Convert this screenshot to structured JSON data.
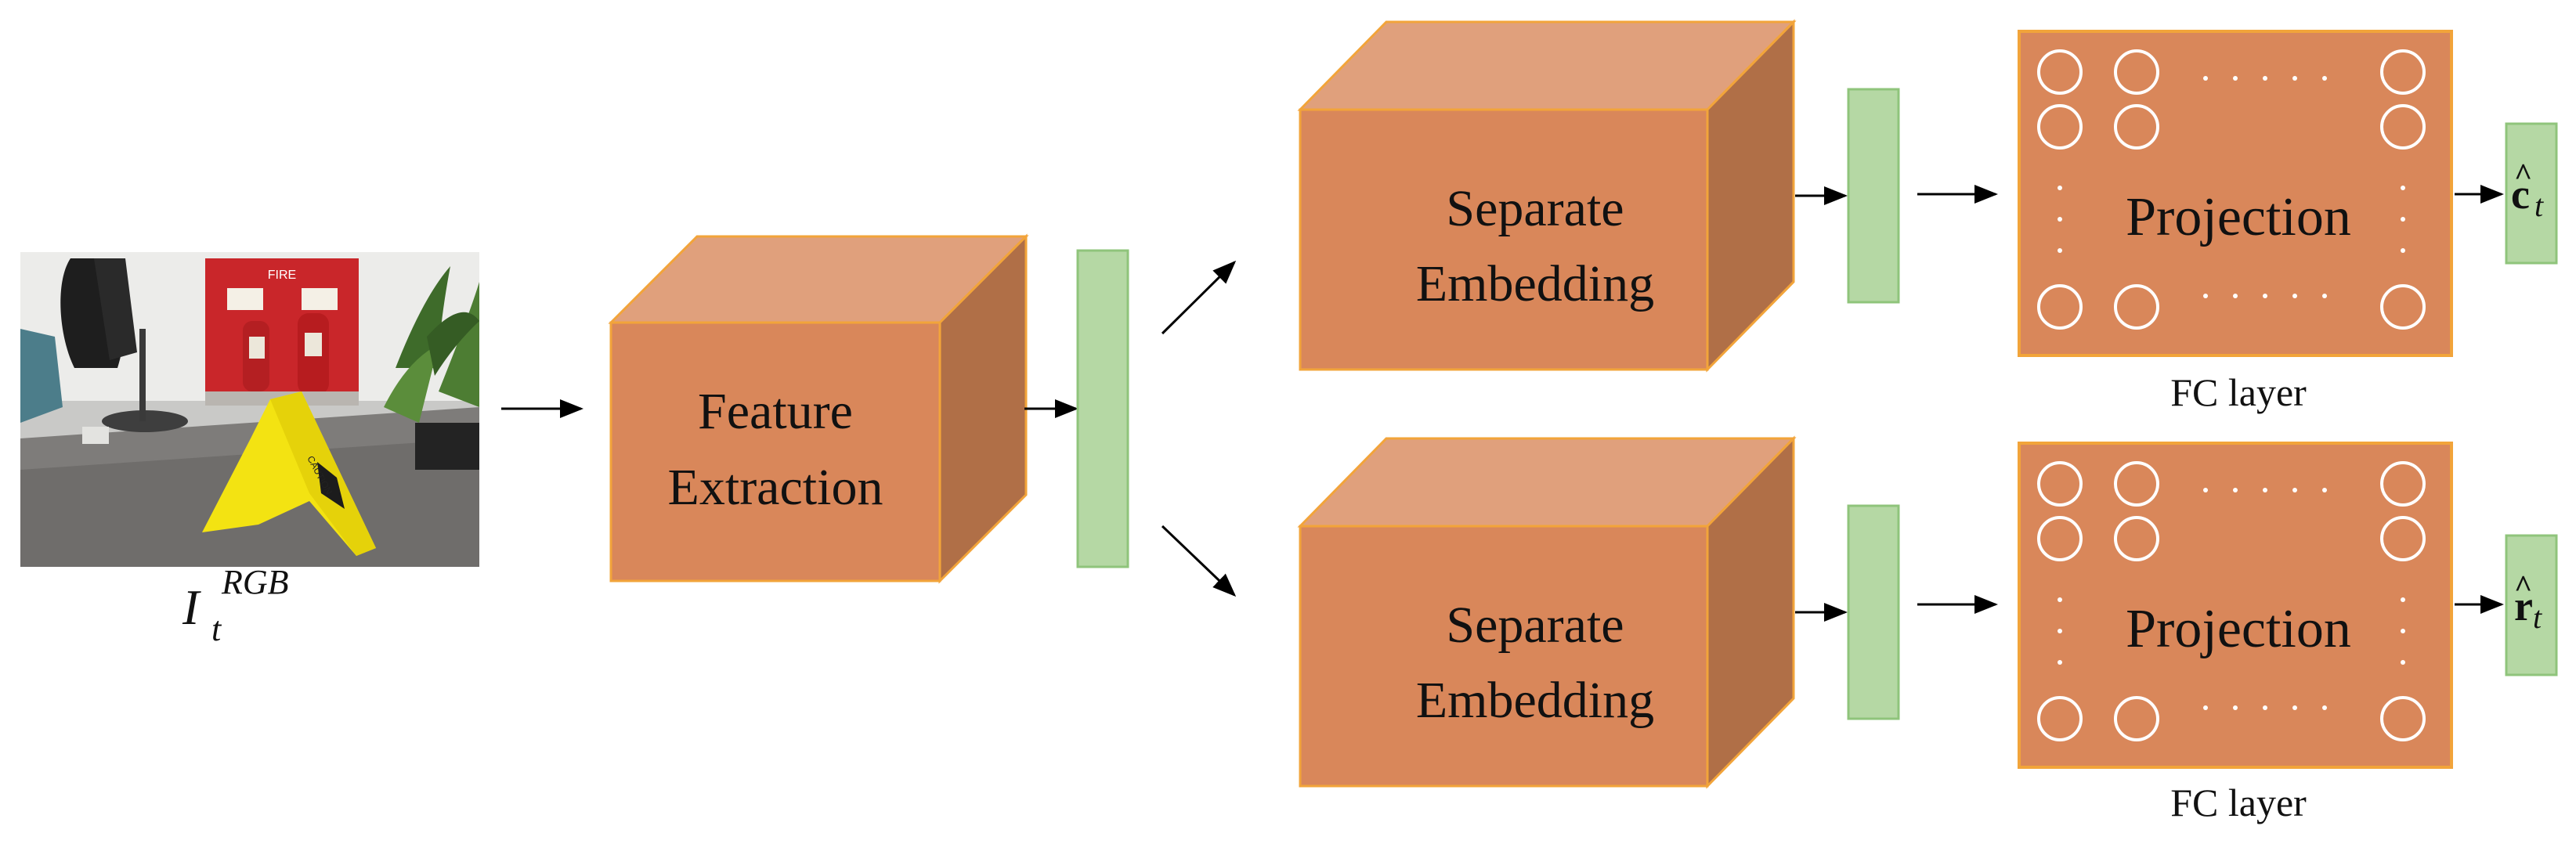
{
  "input": {
    "symbol": "I",
    "superscript": "RGB",
    "subscript": "t",
    "photo": {
      "sign_text": "FIRE",
      "caution_text": "CAUTION"
    }
  },
  "feature_block": {
    "line1": "Feature",
    "line2": "Extraction"
  },
  "branches": [
    {
      "embedding": {
        "line1": "Separate",
        "line2": "Embedding"
      },
      "fc": {
        "title": "Projection",
        "caption": "FC layer"
      },
      "output": {
        "letter": "c",
        "hat": "^",
        "subscript": "t"
      }
    },
    {
      "embedding": {
        "line1": "Separate",
        "line2": "Embedding"
      },
      "fc": {
        "title": "Projection",
        "caption": "FC layer"
      },
      "output": {
        "letter": "r",
        "hat": "^",
        "subscript": "t"
      }
    }
  ],
  "colors": {
    "block_front": "#d9875a",
    "block_top": "#e0a07c",
    "block_side": "#b06f47",
    "block_border": "#f2a43a",
    "feature_vector": "#b5d8a4",
    "feature_vector_border": "#8fc47b",
    "neuron": "#ffffff",
    "arrow": "#000000"
  }
}
